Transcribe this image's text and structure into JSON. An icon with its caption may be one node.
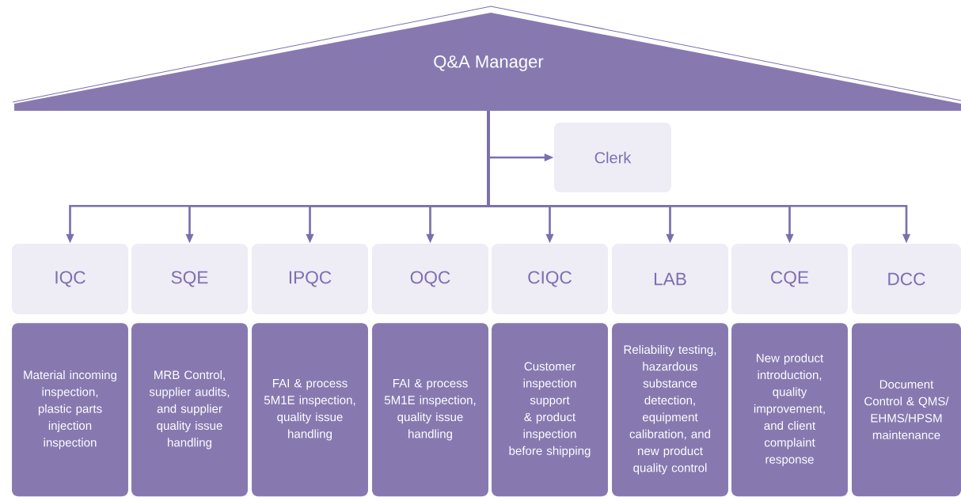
{
  "diagram": {
    "nodes": [
      {
        "text": [
          "Q&A Manager"
        ]
      },
      {
        "text": [
          "Clerk"
        ]
      },
      {
        "text": [
          "IQC"
        ]
      },
      {
        "text": [
          "SQE"
        ]
      },
      {
        "text": [
          "IPQC"
        ]
      },
      {
        "text": [
          "OQC"
        ]
      },
      {
        "text": [
          "CIQC"
        ]
      },
      {
        "text": [
          "LAB"
        ]
      },
      {
        "text": [
          "CQE"
        ]
      },
      {
        "text": [
          "DCC"
        ]
      },
      {
        "text": [
          "Material incoming inspection, plastic parts injection inspection"
        ]
      },
      {
        "text": [
          "MRB Control, supplier audits, and supplier quality issue handling"
        ]
      },
      {
        "text": [
          "FAI & process 5M1E inspection, quality issue handling"
        ]
      },
      {
        "text": [
          "FAI & process 5M1E inspection, quality issue handling"
        ]
      },
      {
        "text": [
          "Customer inspection support & product inspection before shipping"
        ]
      },
      {
        "text": [
          "Reliability testing, hazardous substance detection, equipment calibration, and new product quality control"
        ]
      },
      {
        "text": [
          "New product introduction, quality improvement, and client complaint response"
        ]
      },
      {
        "text": [
          "Document Control & QMS/ EHMS/HPSM maintenance"
        ]
      }
    ],
    "edges": [
      {
        "from": 0,
        "to": 1,
        "arrow": "to"
      },
      {
        "from": 0,
        "to": 2,
        "arrow": "to"
      },
      {
        "from": 0,
        "to": 3,
        "arrow": "to"
      },
      {
        "from": 0,
        "to": 4,
        "arrow": "to"
      },
      {
        "from": 0,
        "to": 5,
        "arrow": "to"
      },
      {
        "from": 0,
        "to": 6,
        "arrow": "to"
      },
      {
        "from": 0,
        "to": 7,
        "arrow": "to"
      },
      {
        "from": 0,
        "to": 8,
        "arrow": "to"
      },
      {
        "from": 0,
        "to": 9,
        "arrow": "to"
      }
    ]
  }
}
